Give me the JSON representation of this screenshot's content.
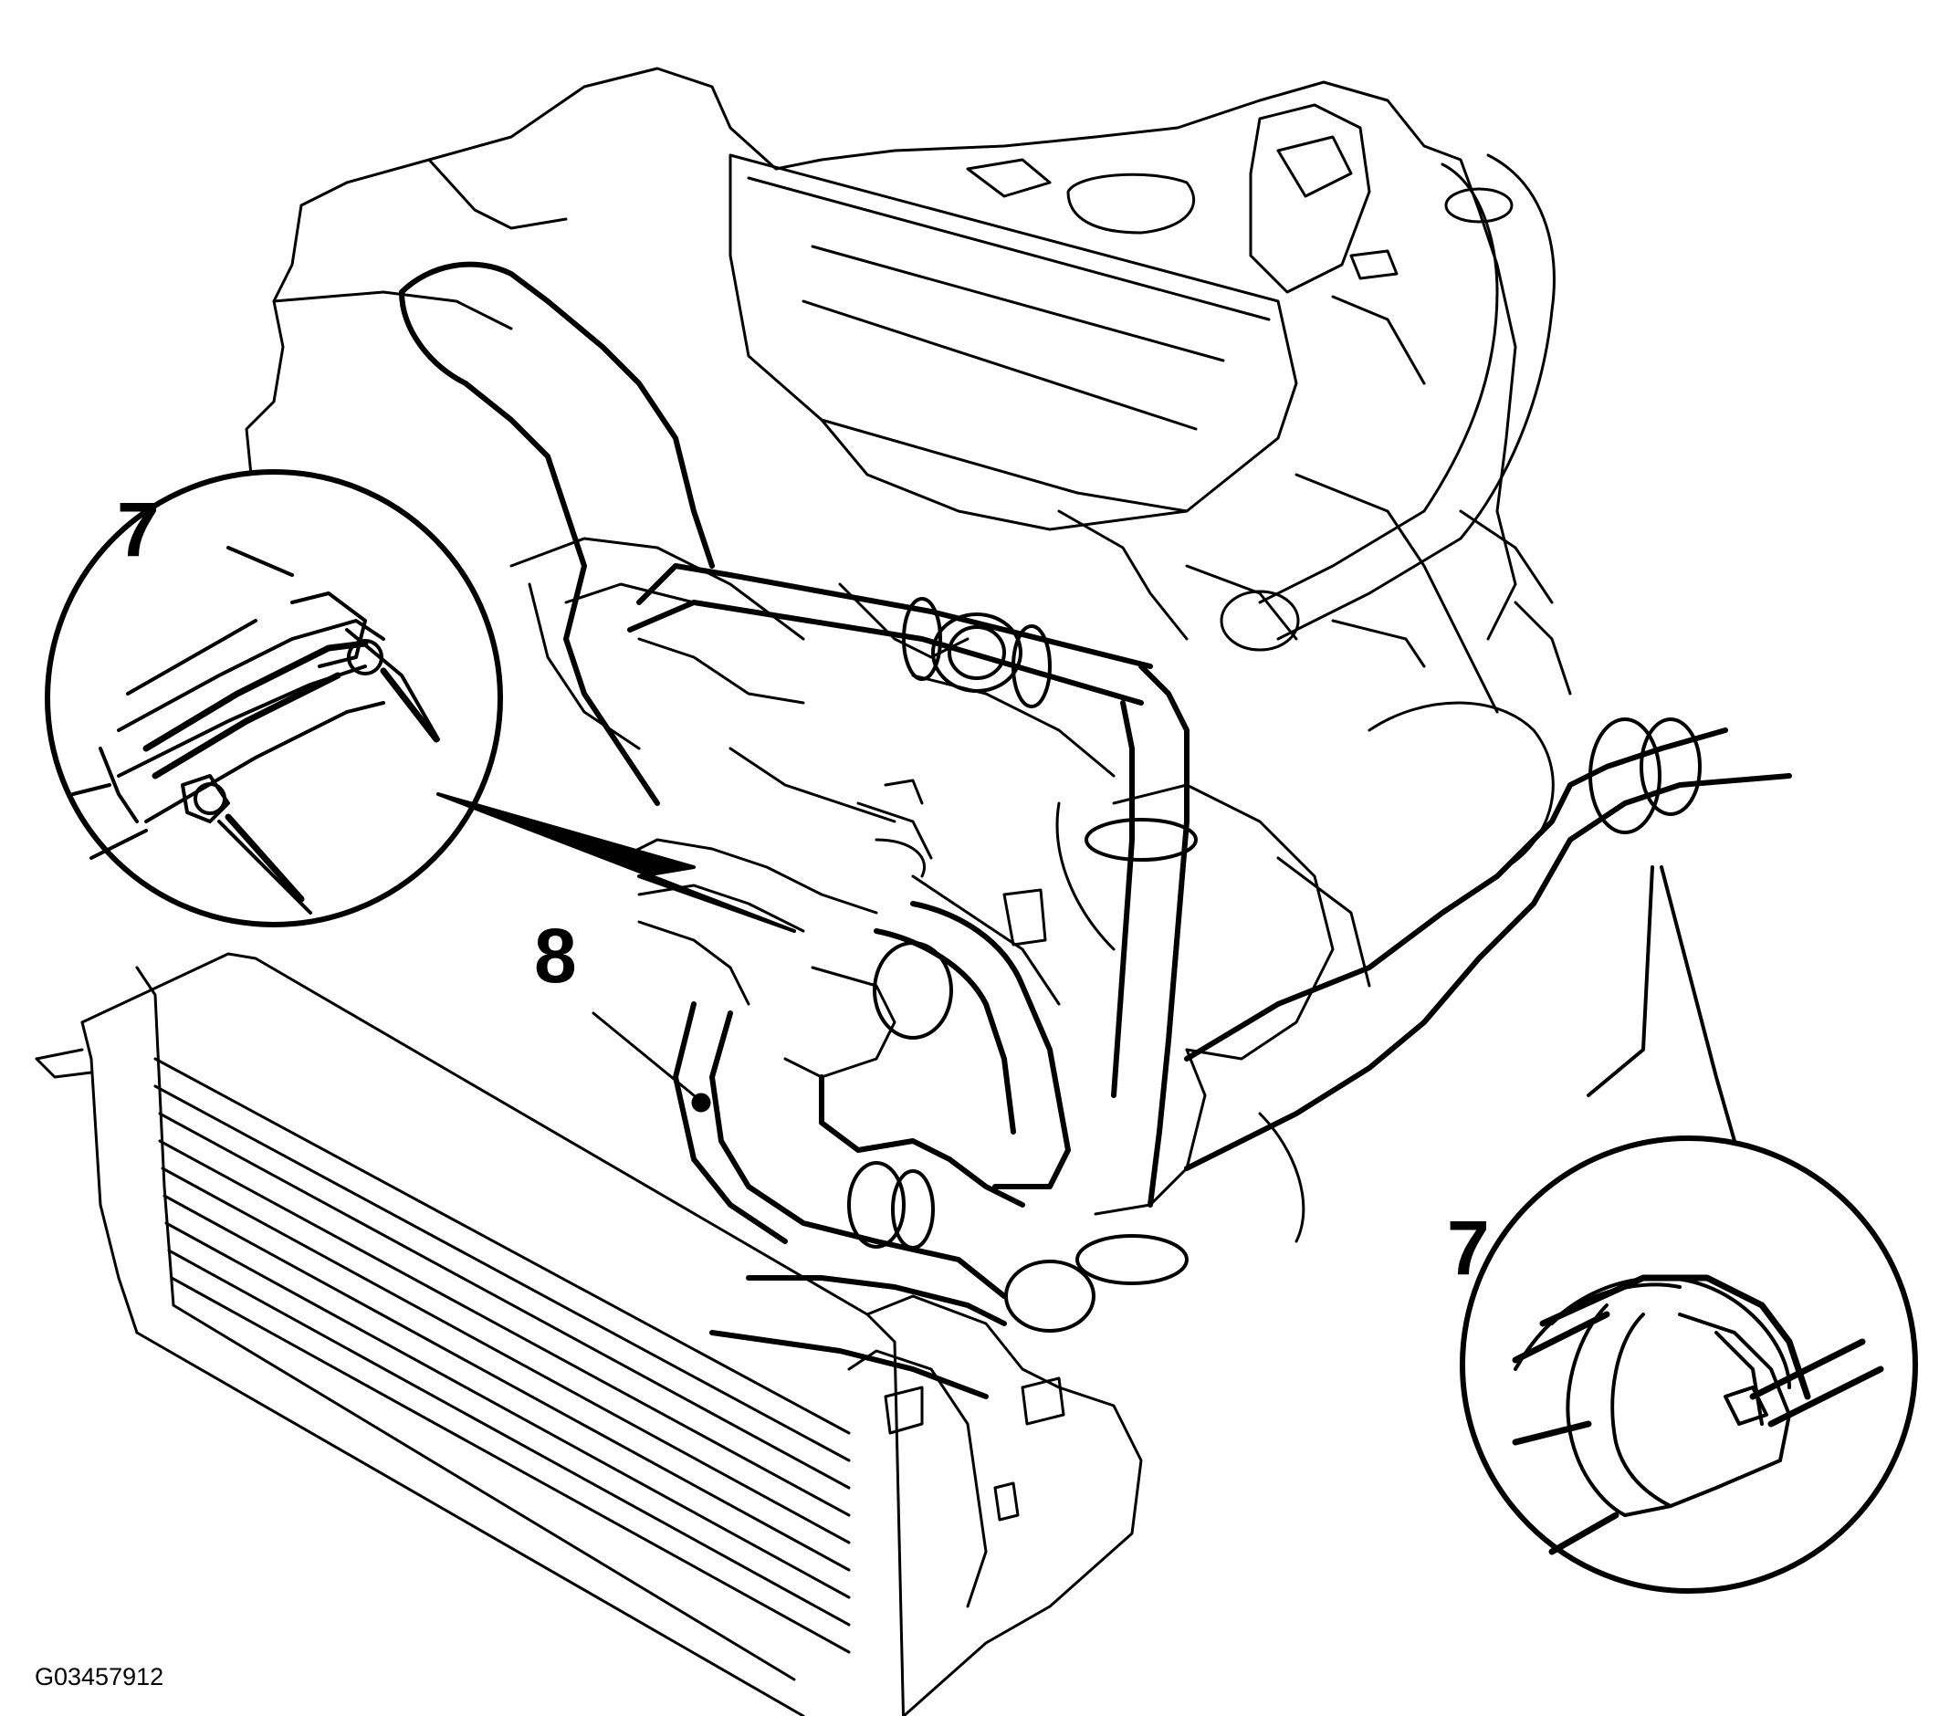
{
  "callouts": {
    "clamp_top_left": "7",
    "hose": "8",
    "clamp_right": "7"
  },
  "figure_id": "G03457912",
  "colors": {
    "ink": "#000000",
    "background": "#ffffff"
  }
}
